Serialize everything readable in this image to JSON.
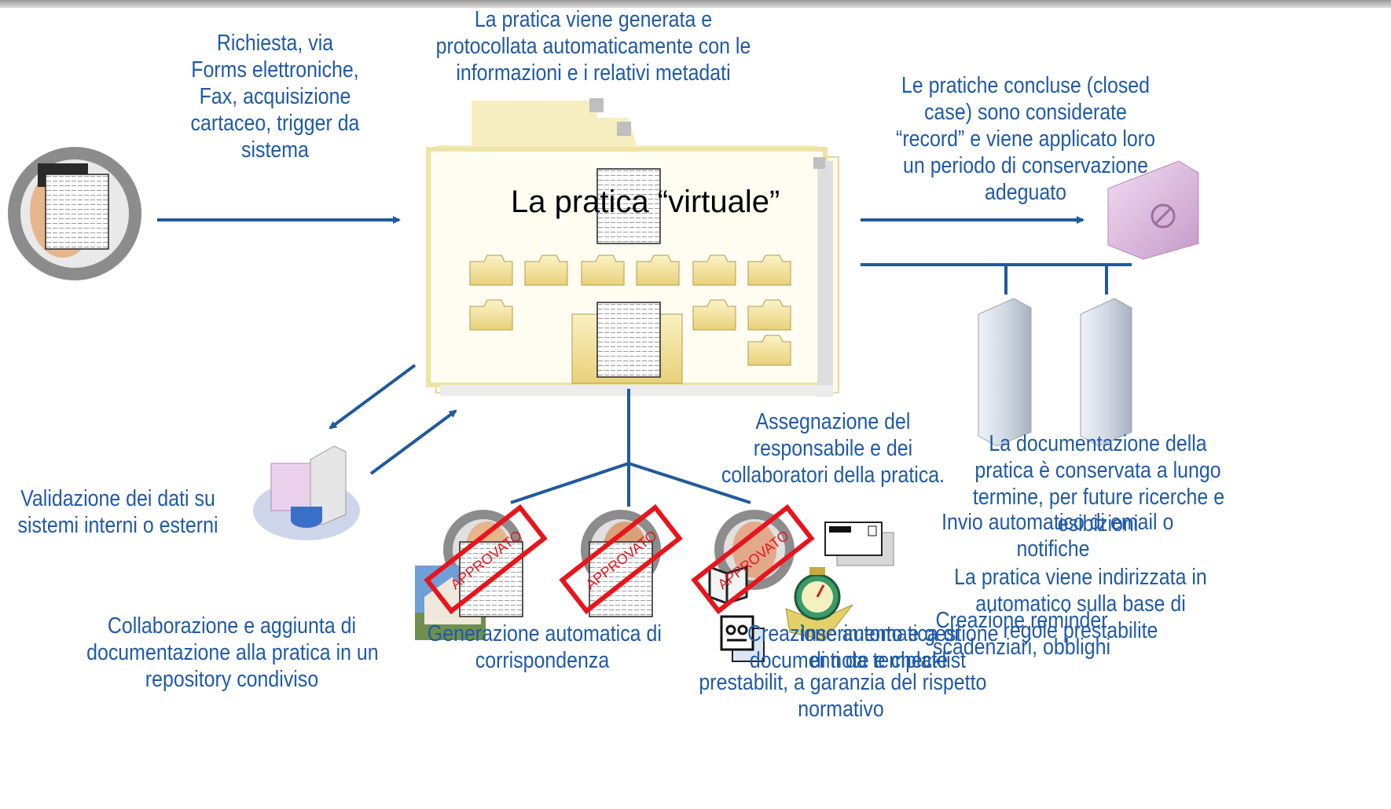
{
  "folder_title": "La pratica “virtuale”",
  "labels": {
    "request": [
      "Richiesta, via",
      "Forms elettroniche,",
      "Fax, acquisizione",
      "cartaceo, trigger da",
      "sistema"
    ],
    "generated": [
      "La pratica viene  generata e",
      "protocollata automaticamente con le",
      "informazioni  e i relativi metadati"
    ],
    "closed": [
      "Le pratiche concluse (closed",
      "case) sono considerate",
      "“record” e viene applicato loro",
      "un periodo di conservazione",
      "adeguato"
    ],
    "validation": [
      "Validazione dei dati su",
      "sistemi interni o esterni"
    ],
    "assignment": [
      "Assegnazione del",
      "responsabile e dei",
      "collaboratori della pratica."
    ],
    "long_term": [
      "La documentazione della",
      "pratica è conservata a lungo",
      "termine, per future ricerche e",
      "esibizioni"
    ],
    "email": [
      "Invio automatico di email o",
      "notifiche"
    ],
    "routing": [
      "La pratica viene indirizzata in",
      "automatico sulla base di",
      "regole prestabilite"
    ],
    "reminders": [
      "Creazione reminder",
      "scadenziari, obblighi"
    ],
    "collaboration": [
      "Collaborazione e aggiunta di",
      "documentazione alla pratica in un",
      "repository condiviso"
    ],
    "correspondence": [
      "Generazione automatica di",
      "corrispondenza"
    ],
    "documents": [
      "Creazione automatica di",
      "documenti da template"
    ],
    "checklist": [
      "Inserimento e gestione",
      "di note e checklist"
    ],
    "compliance": [
      "prestabilit, a garanzia del rispetto",
      "normativo"
    ]
  },
  "stamp_text": "APPROVATO",
  "colors": {
    "text": "#1f5aa8",
    "arrow": "#1f5a9c",
    "stamp": "#e8141c",
    "folder": "#f3e7a6"
  }
}
